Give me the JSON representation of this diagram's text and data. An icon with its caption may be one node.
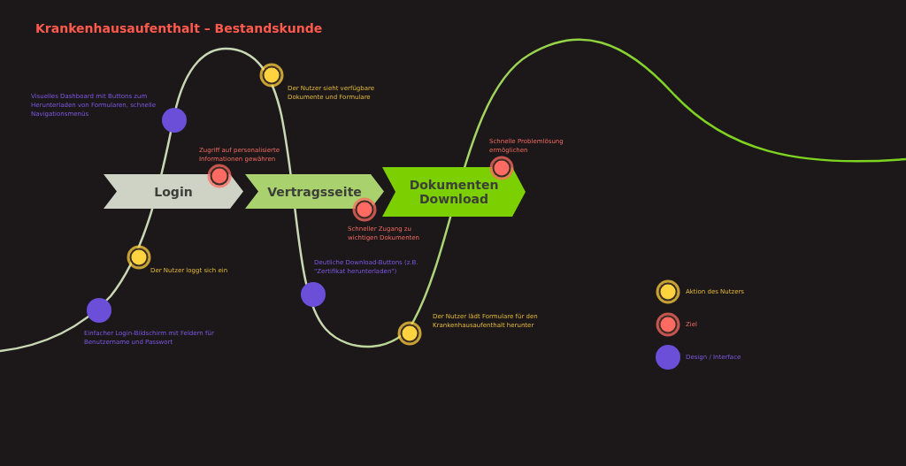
{
  "diagram": {
    "title": "Krankenhausaufenthalt – Bestandskunde",
    "nodes": [
      {
        "text": [
          "Login"
        ]
      },
      {
        "text": [
          "Vertragsseite"
        ]
      },
      {
        "text": [
          "Dokumenten Download"
        ]
      },
      {
        "text": [],
        "shape": "circle",
        "beside": [
          "Einfacher Login-Bildschirm mit Feldern für Benutzername und Passwort"
        ]
      },
      {
        "text": [],
        "shape": "circle",
        "beside": [
          "Der Nutzer loggt sich ein"
        ]
      },
      {
        "text": [],
        "shape": "circle",
        "beside": [
          "Zugriff auf personalisierte Informationen gewähren"
        ]
      },
      {
        "text": [],
        "shape": "circle",
        "beside": [
          "Visuelles Dashboard mit Buttons zum Herunterladen von Formularen, schnelle Navigationsmenüs"
        ]
      },
      {
        "text": [],
        "shape": "circle",
        "beside": [
          "Der Nutzer sieht verfügbare Dokumente und Formulare"
        ]
      },
      {
        "text": [],
        "shape": "circle",
        "beside": [
          "Schneller Zugang zu wichtigen Dokumenten"
        ]
      },
      {
        "text": [],
        "shape": "circle",
        "beside": [
          "Deutliche Download-Buttons (z.B. \"Zertifikat herunterladen\")"
        ]
      },
      {
        "text": [],
        "shape": "circle",
        "beside": [
          "Der Nutzer lädt Formulare für den Krankenhausaufenthalt herunter"
        ]
      },
      {
        "text": [],
        "shape": "circle",
        "beside": [
          "Schnelle Problemlösung ermöglichen"
        ]
      }
    ],
    "legend": [
      {
        "text": "Aktion des Nutzers",
        "color": "#ffd23f"
      },
      {
        "text": "Ziel",
        "color": "#ff6b63"
      },
      {
        "text": "Design / Interface",
        "color": "#6b4fd8"
      }
    ]
  }
}
